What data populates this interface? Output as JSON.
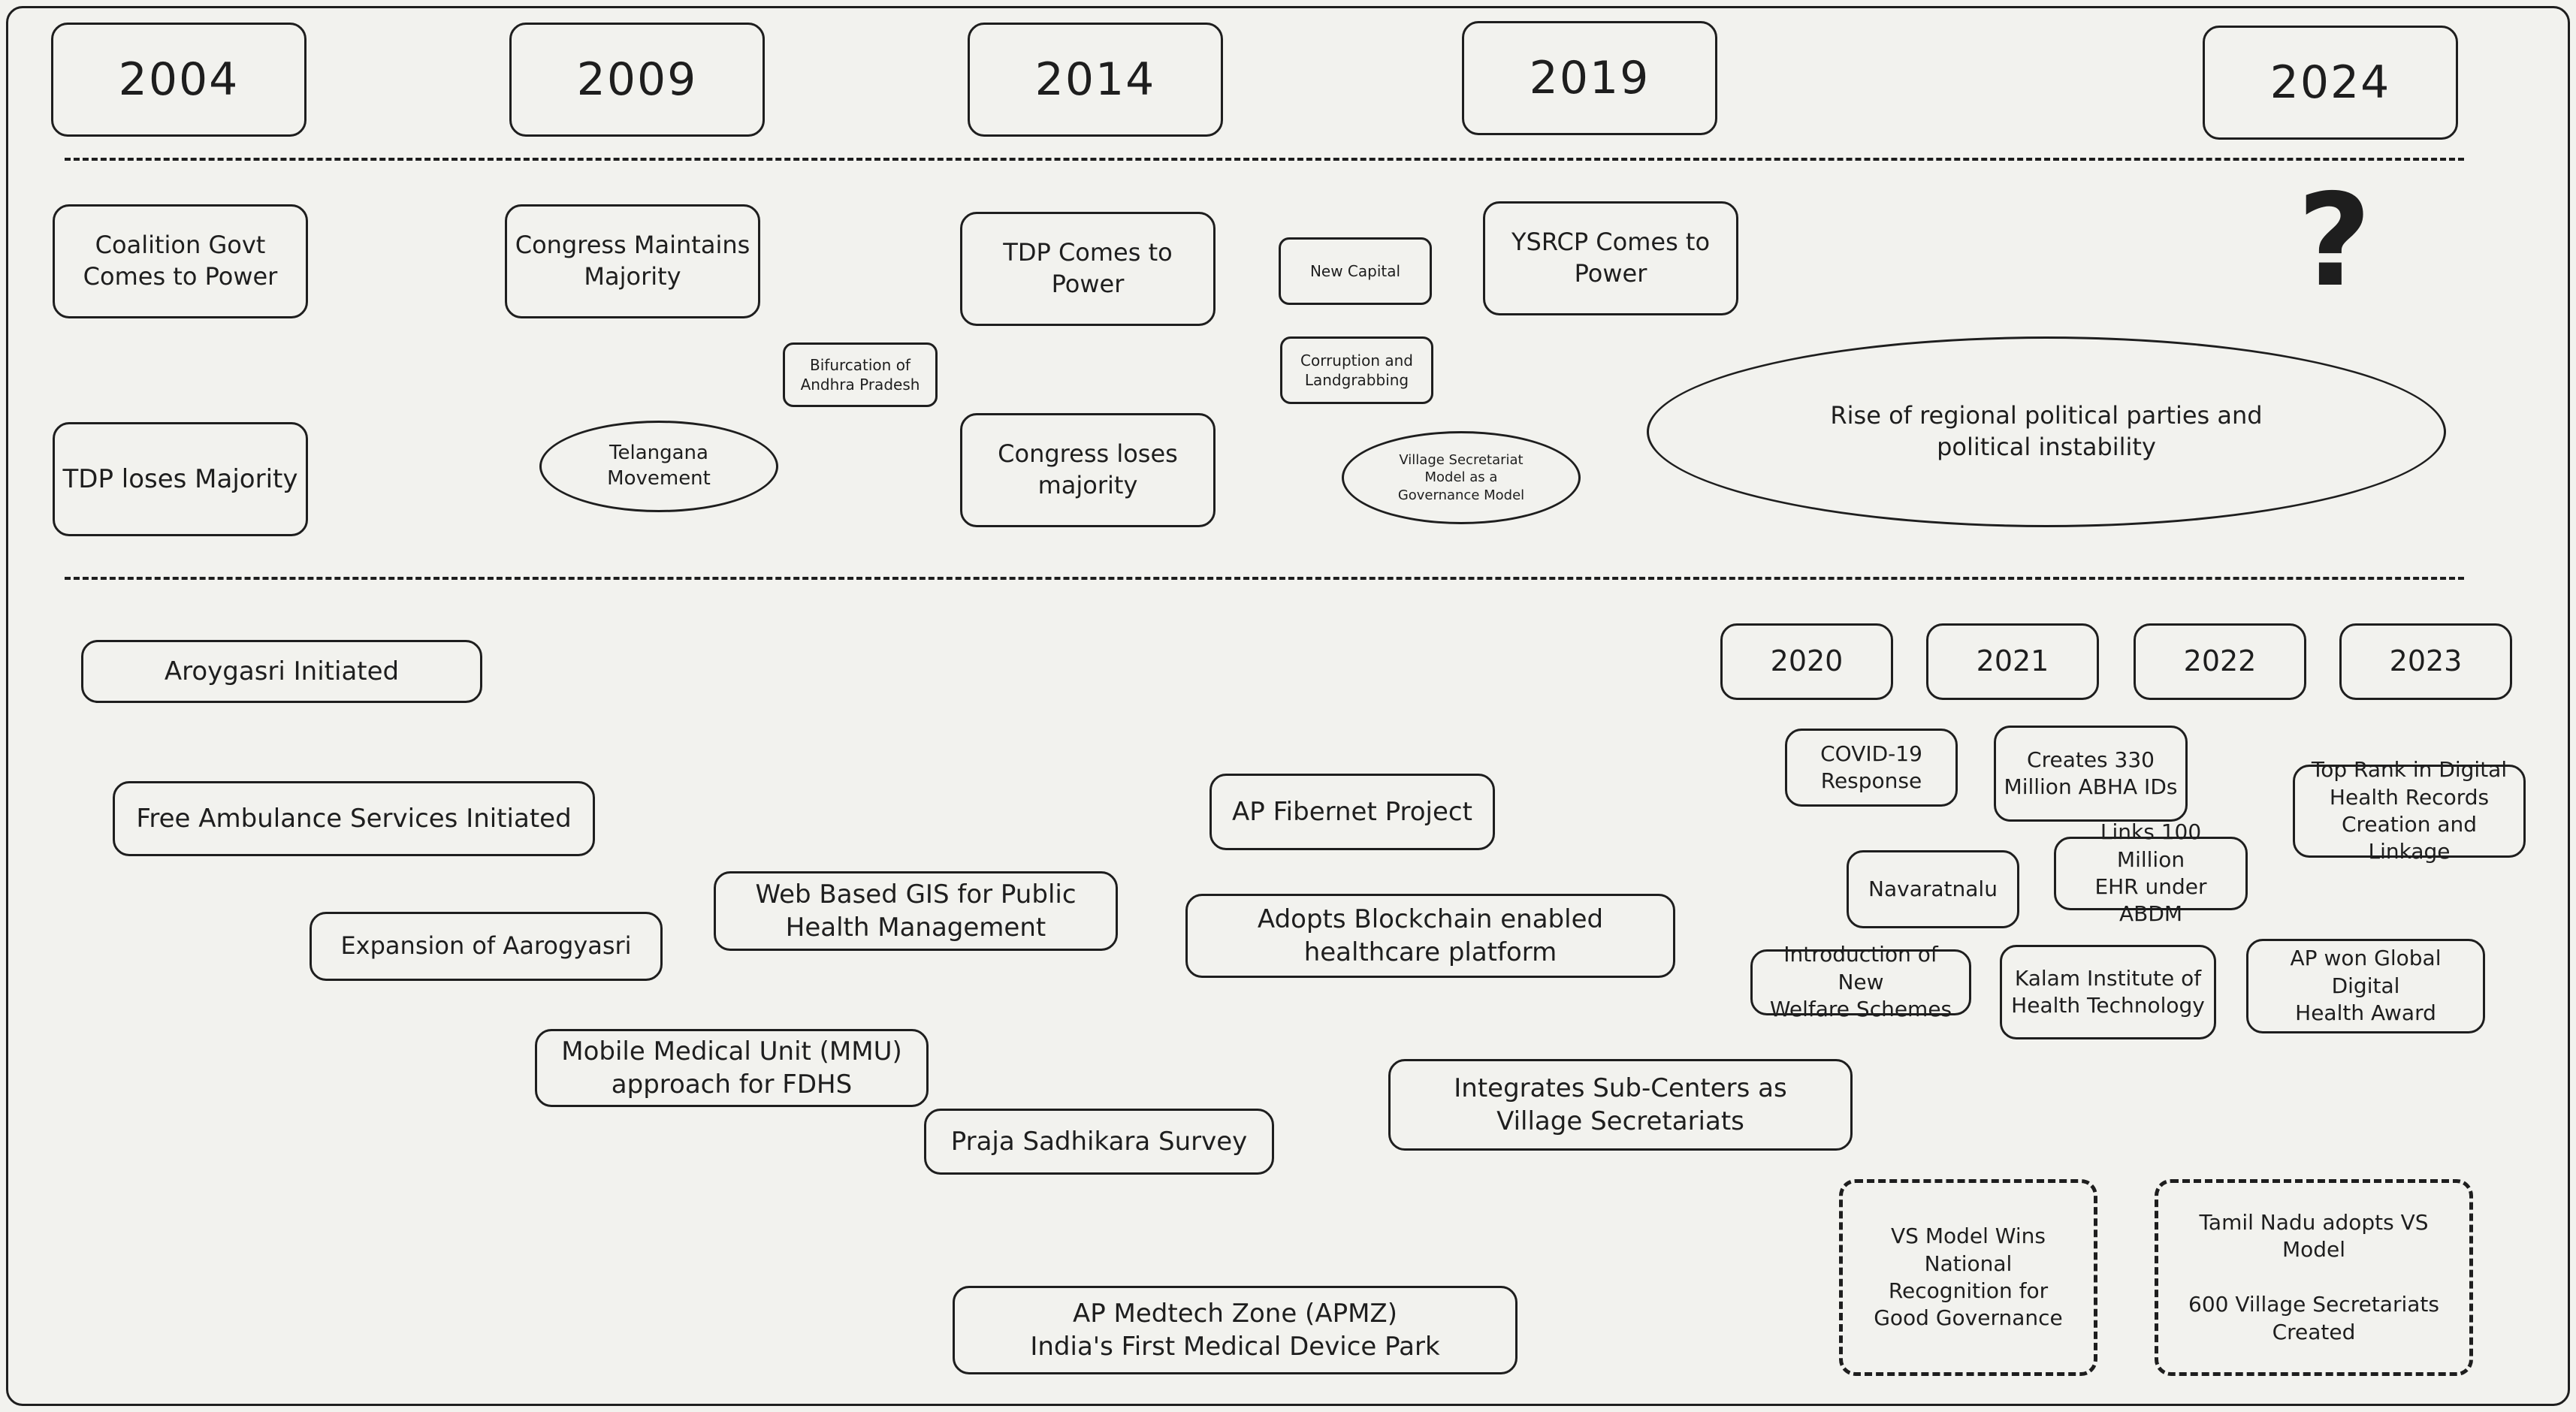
{
  "timeline": {
    "years": [
      "2004",
      "2009",
      "2014",
      "2019",
      "2024"
    ],
    "unknown_marker": "?"
  },
  "political": {
    "coalition": "Coalition Govt\nComes to Power",
    "tdp_loses": "TDP loses Majority",
    "congress_maintains": "Congress Maintains\nMajority",
    "telangana": "Telangana\nMovement",
    "bifurcation": "Bifurcation of\nAndhra Pradesh",
    "tdp_comes": "TDP Comes to\nPower",
    "congress_loses": "Congress loses\nmajority",
    "new_capital": "New Capital",
    "corruption": "Corruption and\nLandgrabbing",
    "village_secretariat_model": "Village Secretariat\nModel as a\nGovernance Model",
    "ysrcp_comes": "YSRCP Comes to\nPower",
    "regional_rise": "Rise of regional political parties and\npolitical instability"
  },
  "health": {
    "minor_years": [
      "2020",
      "2021",
      "2022",
      "2023"
    ],
    "aroygasri": "Aroygasri Initiated",
    "ambulance": "Free Ambulance Services Initiated",
    "expansion": "Expansion of Aarogyasri",
    "gis": "Web Based GIS for Public\nHealth Management",
    "mmu": "Mobile Medical Unit (MMU)\napproach for FDHS",
    "praja": "Praja Sadhikara Survey",
    "fibernet": "AP Fibernet Project",
    "blockchain": "Adopts Blockchain enabled\nhealthcare platform",
    "subcenters": "Integrates Sub-Centers as\nVillage Secretariats",
    "medtech": "AP Medtech Zone (APMZ)\nIndia's First Medical Device Park",
    "covid": "COVID-19\nResponse",
    "abha": "Creates 330\nMillion ABHA IDs",
    "navaratnalu": "Navaratnalu",
    "ehr": "Links 100 Million\nEHR under ABDM",
    "welfare": "Introduction of New\nWelfare Schemes",
    "kalam": "Kalam Institute of\nHealth Technology",
    "top_rank": "Top Rank in Digital\nHealth Records\nCreation and Linkage",
    "global_award": "AP won Global Digital\nHealth Award",
    "vs_national": "VS Model Wins National\nRecognition for\nGood Governance",
    "tamil_nadu": "Tamil Nadu adopts VS Model\n\n600 Village Secretariats\nCreated"
  }
}
